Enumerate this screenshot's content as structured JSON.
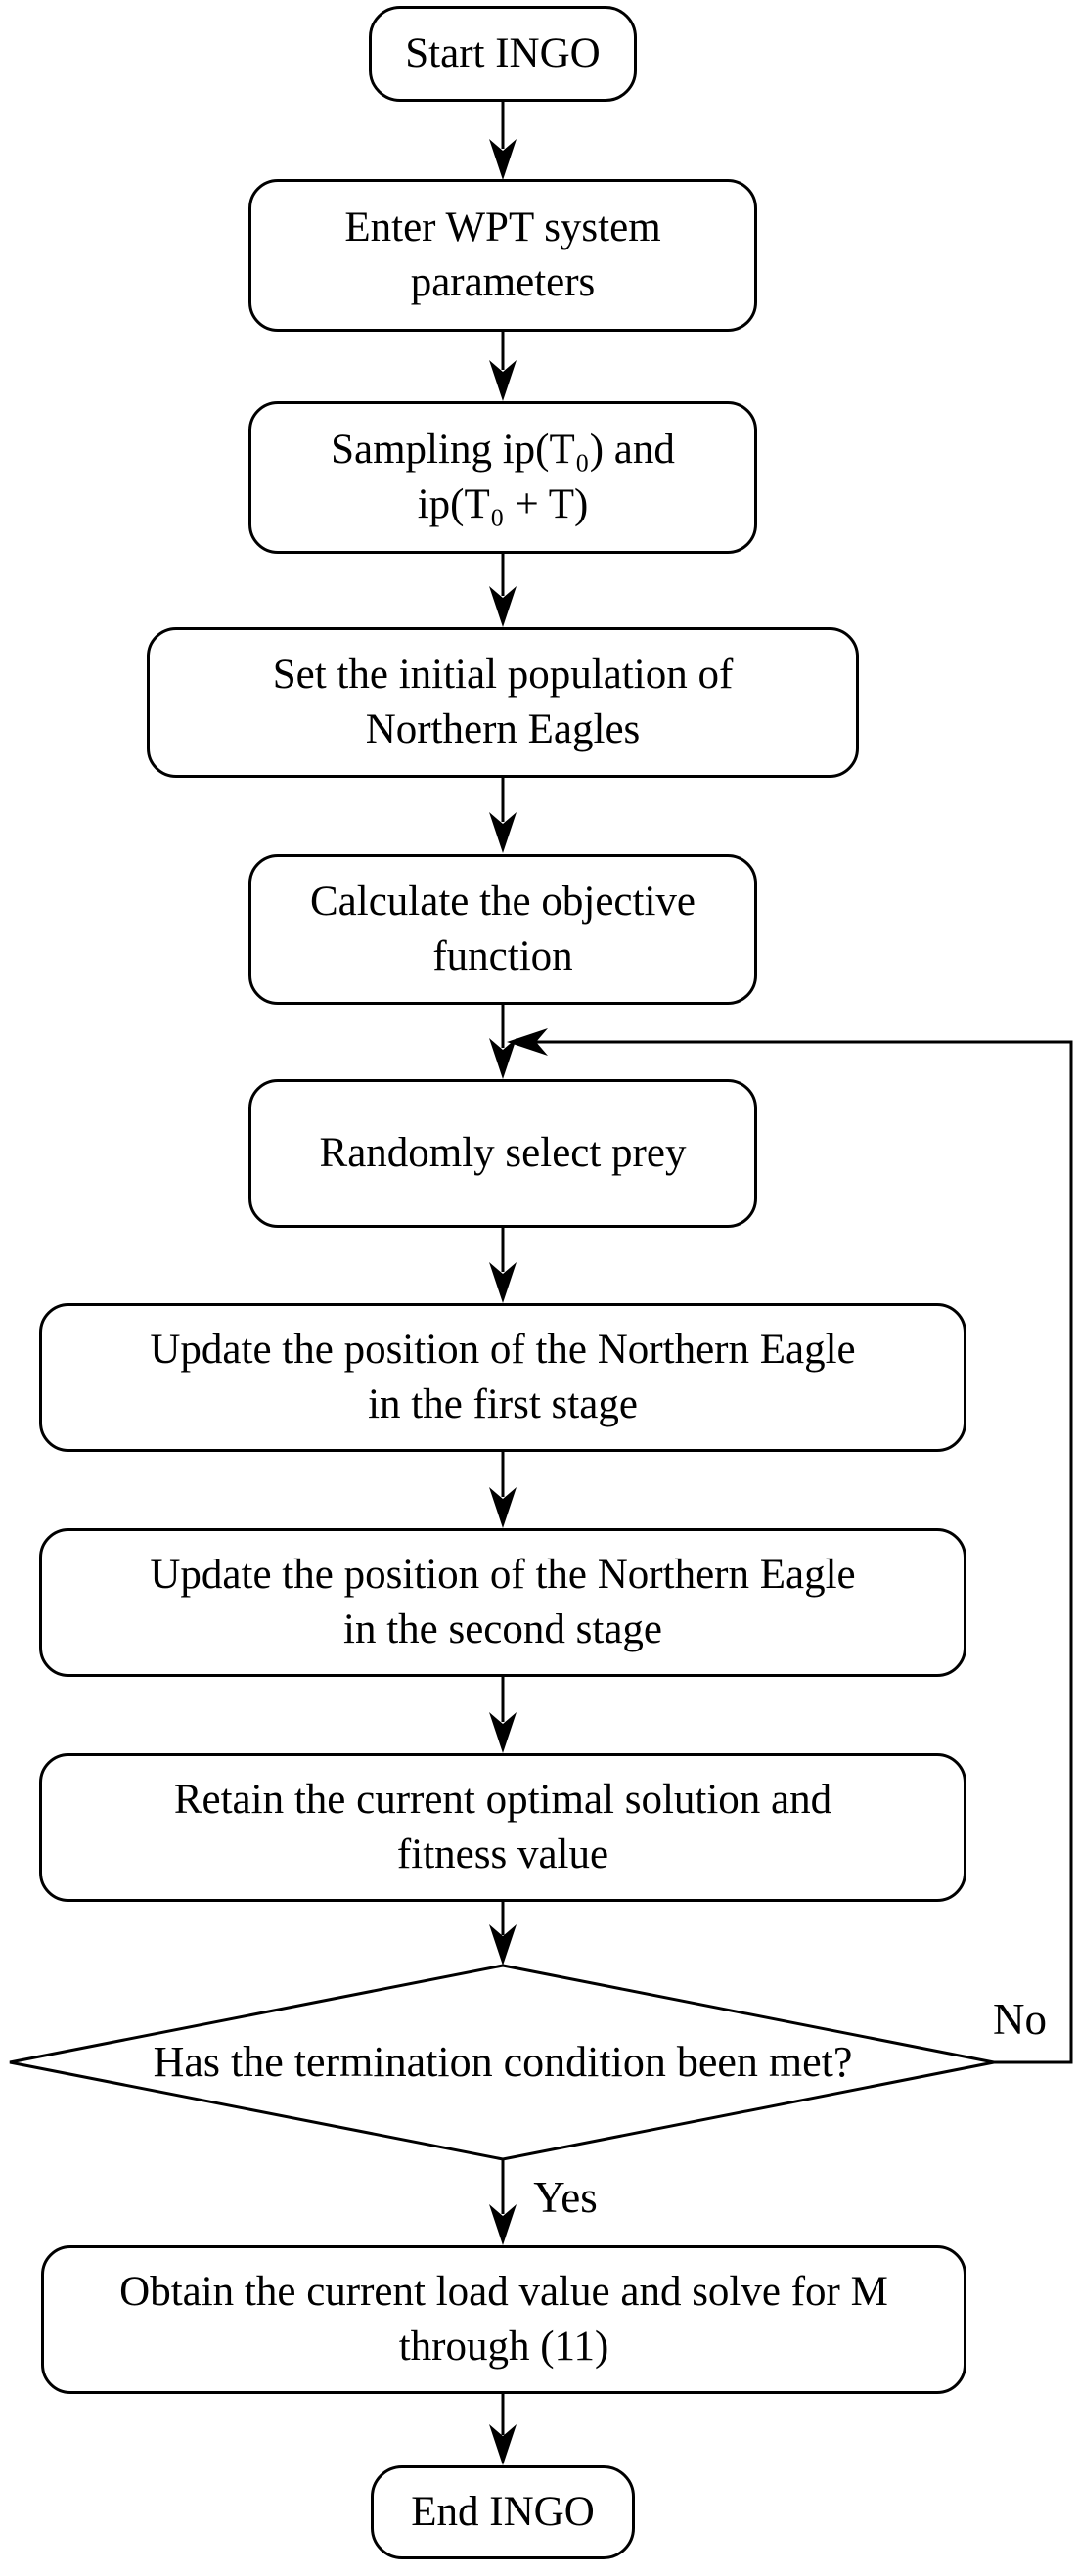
{
  "figure": {
    "type": "flowchart",
    "description": "INGO algorithm flowchart for a WPT system",
    "colors": {
      "stroke": "#000000",
      "node_fill": "#ffffff",
      "text": "#000000",
      "background": "#ffffff"
    }
  },
  "nodes": [
    {
      "id": "start",
      "shape": "terminator",
      "label": "Start INGO"
    },
    {
      "id": "enter-params",
      "shape": "process",
      "label": "Enter WPT system\nparameters"
    },
    {
      "id": "sampling",
      "shape": "process",
      "label": "Sampling ip(T₀) and\nip(T₀ + T)"
    },
    {
      "id": "init-pop",
      "shape": "process",
      "label": "Set the initial population of\nNorthern Eagles"
    },
    {
      "id": "objective",
      "shape": "process",
      "label": "Calculate the objective\nfunction"
    },
    {
      "id": "select-prey",
      "shape": "process",
      "label": "Randomly select prey"
    },
    {
      "id": "update-first",
      "shape": "process",
      "label": "Update the position of the Northern Eagle\nin the first stage"
    },
    {
      "id": "update-second",
      "shape": "process",
      "label": "Update the position of the Northern Eagle\nin the second stage"
    },
    {
      "id": "retain",
      "shape": "process",
      "label": "Retain the current optimal solution and\nfitness value"
    },
    {
      "id": "termination",
      "shape": "decision",
      "label": "Has the termination condition been met?"
    },
    {
      "id": "obtain-load",
      "shape": "process",
      "label": "Obtain the current load value and solve for M\nthrough (11)"
    },
    {
      "id": "end",
      "shape": "terminator",
      "label": "End INGO"
    }
  ],
  "edges": {
    "yes_label": "Yes",
    "no_label": "No"
  }
}
